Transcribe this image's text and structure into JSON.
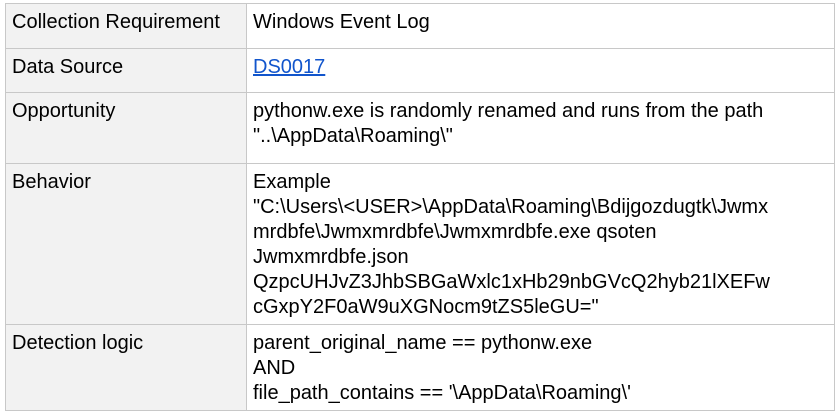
{
  "rows": [
    {
      "label": "Collection Requirement",
      "value_lines": [
        "Windows Event Log"
      ]
    },
    {
      "label": "Data Source",
      "link": "DS0017"
    },
    {
      "label": "Opportunity",
      "value_lines": [
        "pythonw.exe is randomly renamed and runs from the path",
        "\"..\\AppData\\Roaming\\\""
      ]
    },
    {
      "label": "Behavior",
      "value_lines": [
        "Example",
        "\"C:\\Users\\<USER>\\AppData\\Roaming\\Bdijgozdugtk\\Jwmx",
        "mrdbfe\\Jwmxmrdbfe\\Jwmxmrdbfe.exe qsoten",
        "Jwmxmrdbfe.json",
        "QzpcUHJvZ3JhbSBGaWxlc1xHb29nbGVcQ2hyb21lXEFw",
        "cGxpY2F0aW9uXGNocm9tZS5leGU=\""
      ]
    },
    {
      "label": "Detection logic",
      "value_lines": [
        "parent_original_name == pythonw.exe",
        "AND",
        "file_path_contains == '\\AppData\\Roaming\\'"
      ]
    }
  ]
}
